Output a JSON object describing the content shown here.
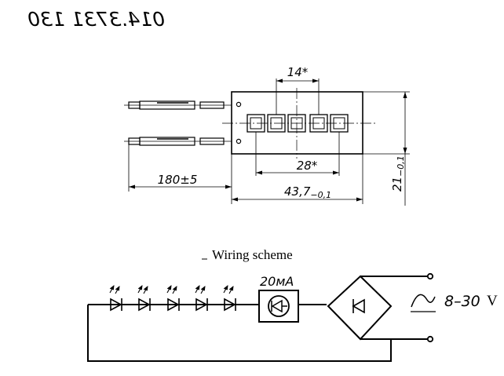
{
  "part_number": "014.3731 130",
  "dims": {
    "led_pitch": "14*",
    "led_span": "28*",
    "lead_length": "180±5",
    "body_length_nominal": "43,7",
    "body_length_tol": "−0,1",
    "body_height_nominal": "21",
    "body_height_tol": "−0,1"
  },
  "wiring": {
    "title": "Wiring scheme",
    "current": "20мА",
    "voltage_range": "8–30",
    "voltage_unit": "V",
    "led_count": 5
  }
}
